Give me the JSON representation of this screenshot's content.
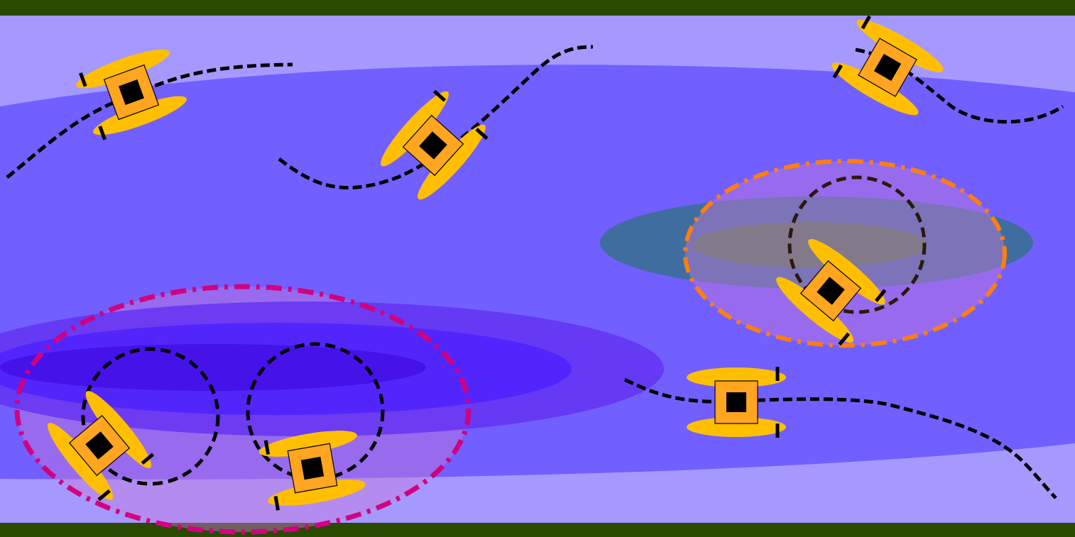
{
  "colors": {
    "border": "#2a4a00",
    "field_light": "#a599ff",
    "field": "#725fff",
    "robot_pontoon": "#ffbf00",
    "robot_body": "#ffa51f",
    "robot_core": "#000000",
    "trail": "#000000",
    "zone_magenta": "#d10080",
    "zone_orange": "#ff7f0e",
    "zone_fill": "#c77bd9",
    "deep_blue_1": "#6433f2",
    "deep_blue_2": "#4f22ff",
    "deep_blue_3": "#4411e8",
    "green_outer": "#3d6e9a",
    "green_inner": "#4a7a4a"
  },
  "robots": [
    {
      "name": "robot-top-left"
    },
    {
      "name": "robot-top-center"
    },
    {
      "name": "robot-top-right"
    },
    {
      "name": "robot-right-zone"
    },
    {
      "name": "robot-bottom-left-a"
    },
    {
      "name": "robot-bottom-left-b"
    },
    {
      "name": "robot-bottom-right"
    }
  ],
  "zones": [
    {
      "name": "magenta-zone"
    },
    {
      "name": "orange-zone"
    }
  ]
}
